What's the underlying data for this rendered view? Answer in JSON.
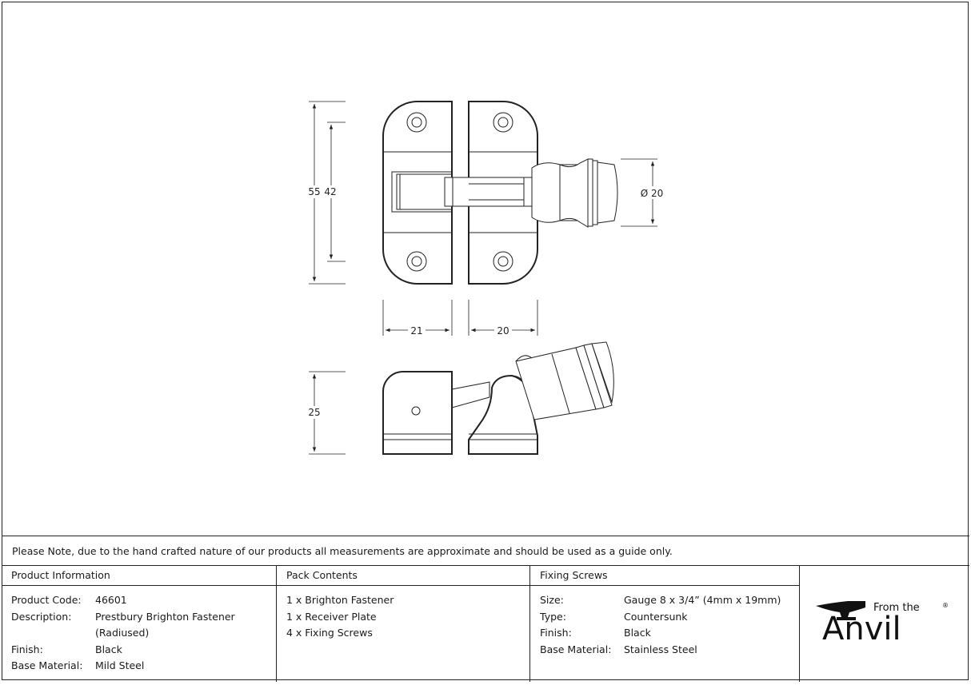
{
  "drawing": {
    "dimensions": {
      "height_overall": "55",
      "height_holes": "42",
      "width_receiver": "21",
      "width_fastener": "20",
      "knob_diameter": "Ø 20",
      "side_height": "25"
    }
  },
  "note": "Please Note, due to the hand crafted nature of our products all measurements are approximate and should be used as a guide only.",
  "product_info": {
    "title": "Product Information",
    "rows": [
      {
        "label": "Product Code:",
        "value": "46601"
      },
      {
        "label": "Description:",
        "value": "Prestbury Brighton Fastener"
      },
      {
        "label": "",
        "value": "(Radiused)"
      },
      {
        "label": "Finish:",
        "value": "Black"
      },
      {
        "label": "Base Material:",
        "value": "Mild Steel"
      }
    ]
  },
  "pack_contents": {
    "title": "Pack Contents",
    "items": [
      "1 x Brighton Fastener",
      "1 x Receiver Plate",
      "4 x Fixing Screws"
    ]
  },
  "fixing_screws": {
    "title": "Fixing Screws",
    "rows": [
      {
        "label": "Size:",
        "value": "Gauge 8 x 3/4” (4mm x 19mm)"
      },
      {
        "label": "Type:",
        "value": "Countersunk"
      },
      {
        "label": "Finish:",
        "value": "Black"
      },
      {
        "label": "Base Material:",
        "value": "Stainless Steel"
      }
    ]
  },
  "logo": {
    "from_the": "From the",
    "brand": "Anvil",
    "registered": "®"
  }
}
